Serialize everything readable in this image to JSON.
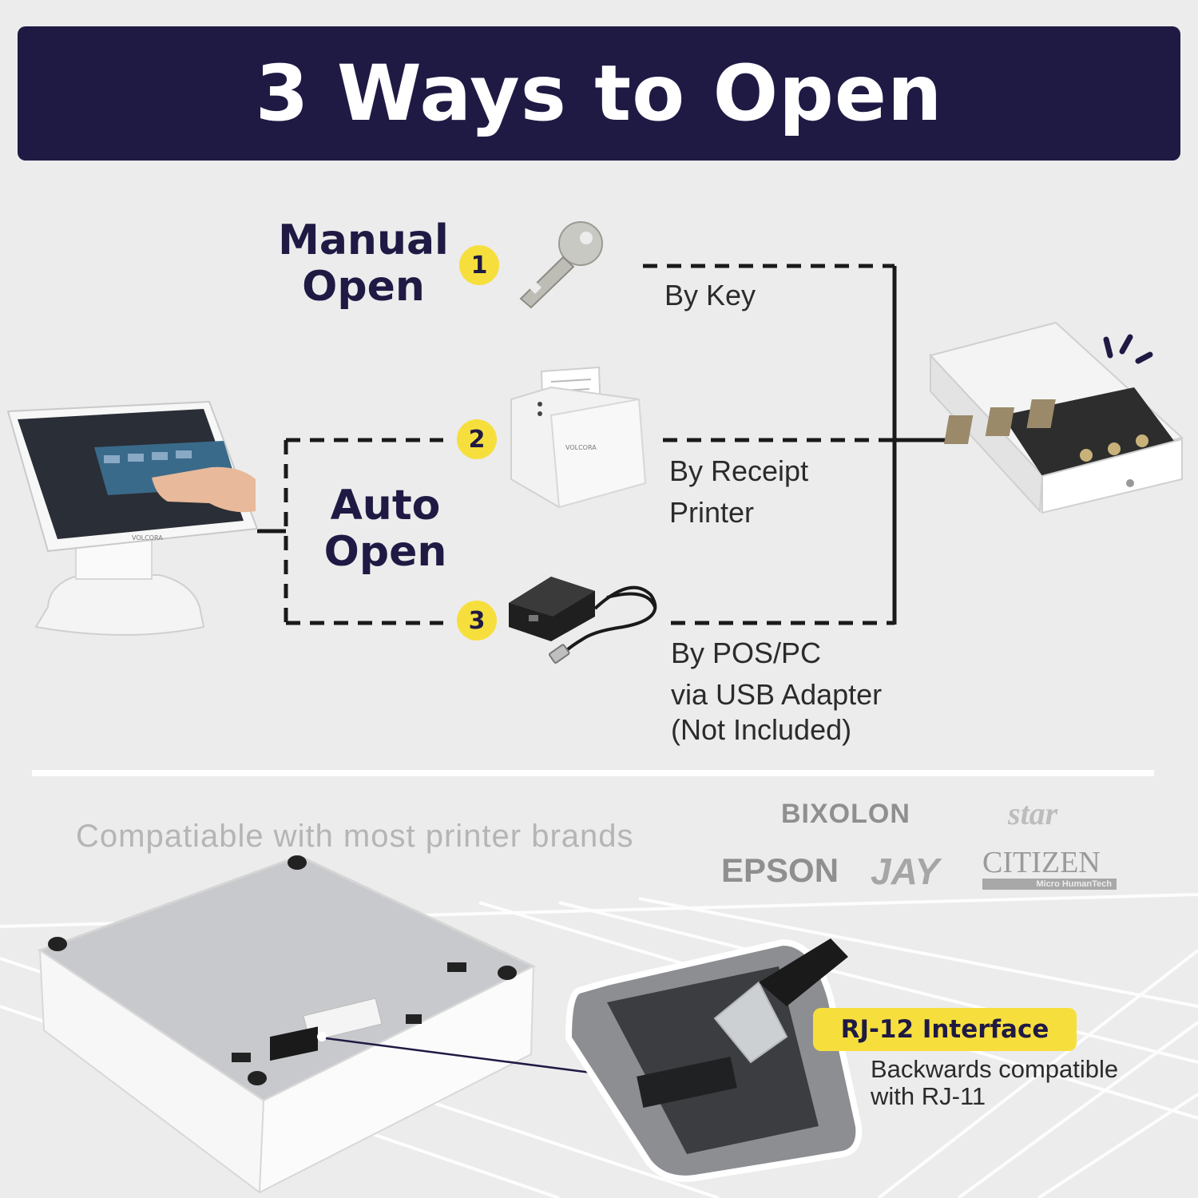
{
  "banner": {
    "title": "3 Ways to Open"
  },
  "manual": {
    "line1": "Manual",
    "line2": "Open"
  },
  "auto": {
    "line1": "Auto",
    "line2": "Open"
  },
  "badges": [
    "1",
    "2",
    "3"
  ],
  "methods": {
    "key": [
      "By Key"
    ],
    "printer": [
      "By Receipt",
      "Printer"
    ],
    "pos": [
      "By POS/PC",
      "via USB Adapter",
      "(Not Included)"
    ]
  },
  "compatibility": {
    "text": "Compatiable with most printer brands",
    "brands": {
      "bixolon": "BIXOLON",
      "star": "star",
      "epson": "EPSON",
      "jay": "JAY",
      "citizen": "CITIZEN",
      "citizen_sub": "Micro HumanTech"
    }
  },
  "interface": {
    "label": "RJ-12 Interface",
    "desc1": "Backwards compatible",
    "desc2": "with RJ-11"
  },
  "colors": {
    "navy": "#1f1a44",
    "yellow": "#f6df3d",
    "background": "#ececec"
  }
}
